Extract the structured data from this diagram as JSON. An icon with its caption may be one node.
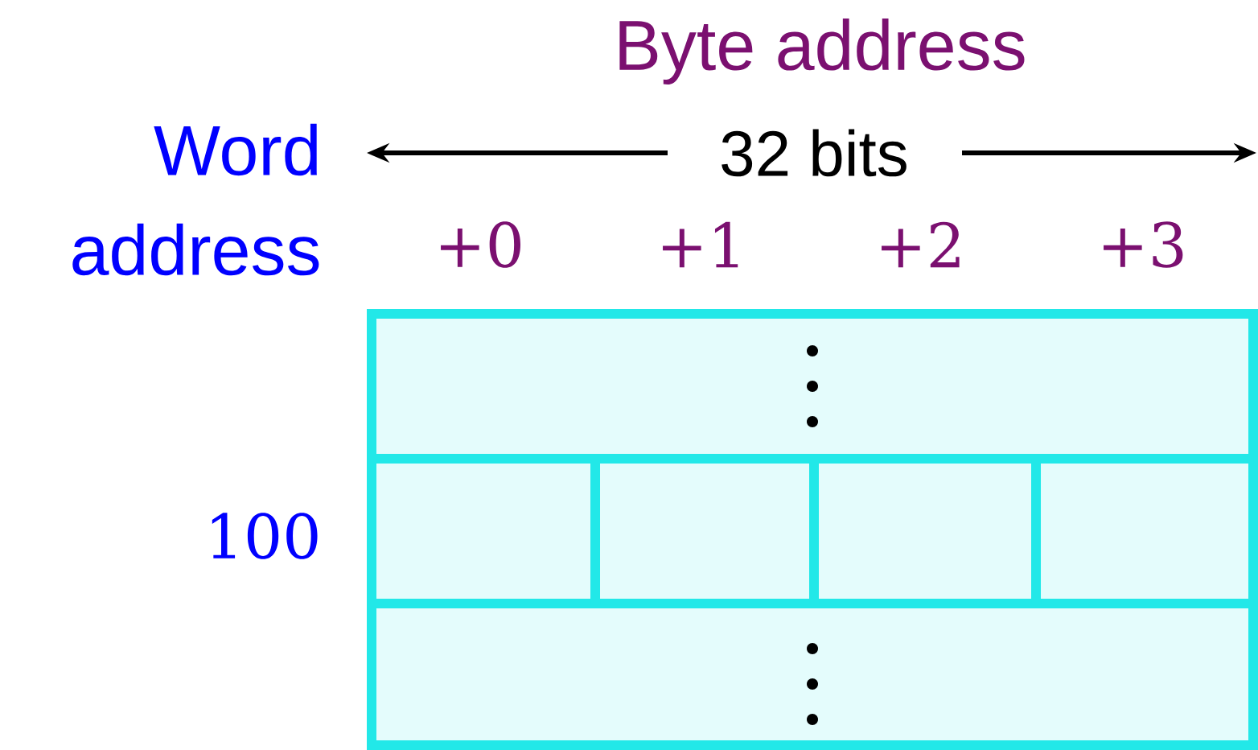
{
  "diagram": {
    "labels": [
      "Byte address",
      "Word address",
      "32 bits",
      "+0",
      "+1",
      "+2",
      "+3",
      "100"
    ]
  }
}
